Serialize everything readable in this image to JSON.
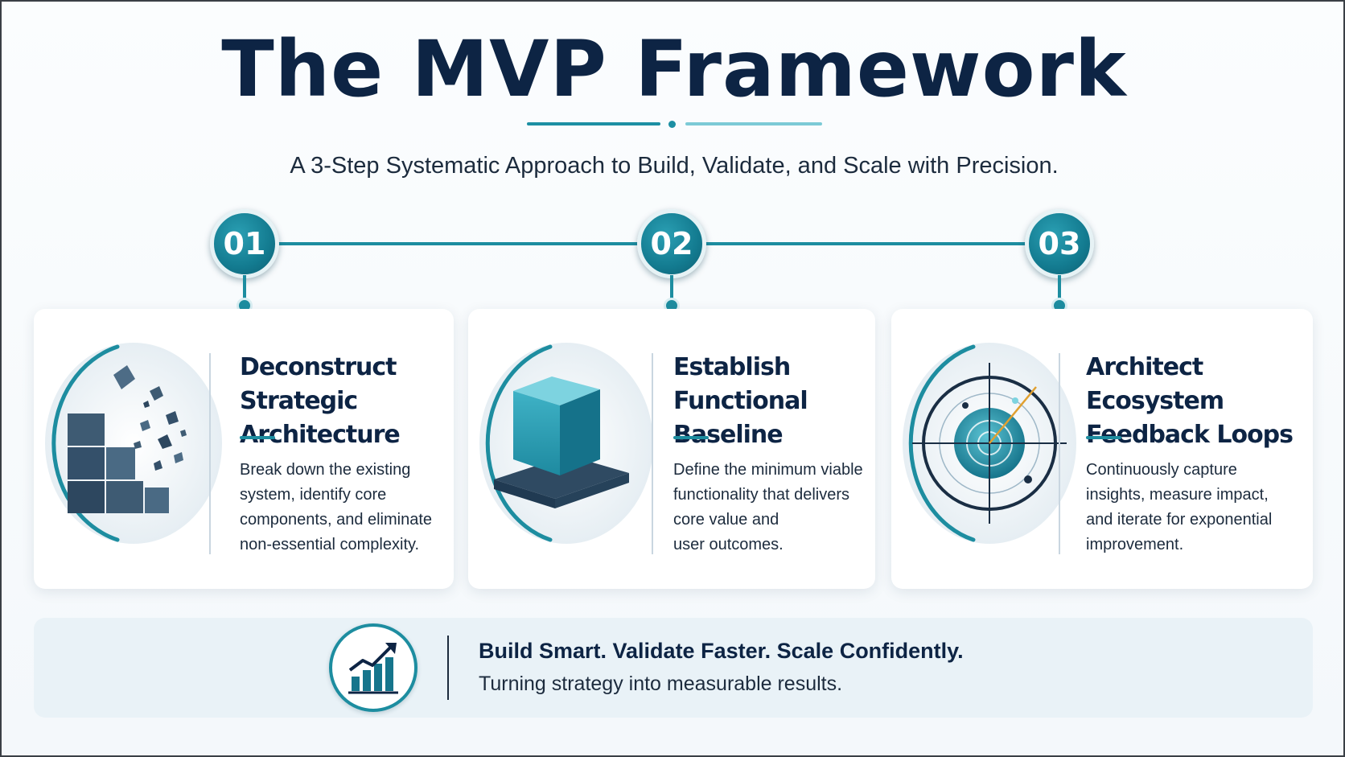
{
  "header": {
    "title": "The MVP Framework",
    "subtitle": "A 3-Step Systematic Approach to Build, Validate, and Scale with Precision."
  },
  "steps": [
    {
      "number": "01",
      "title_line1": "Deconstruct",
      "title_line2": "Strategic Architecture",
      "desc_lines": [
        "Break down the existing",
        "system, identify core",
        "components, and eliminate",
        "non-essential complexity."
      ],
      "icon": "fragmenting-blocks-icon"
    },
    {
      "number": "02",
      "title_line1": "Establish",
      "title_line2": "Functional Baseline",
      "desc_lines": [
        "Define the minimum viable",
        "functionality that delivers",
        "core value and",
        "user outcomes."
      ],
      "icon": "cube-on-base-icon"
    },
    {
      "number": "03",
      "title_line1": "Architect Ecosystem",
      "title_line2": "Feedback Loops",
      "desc_lines": [
        "Continuously capture",
        "insights, measure impact,",
        "and iterate for exponential",
        "improvement."
      ],
      "icon": "radar-target-icon"
    }
  ],
  "banner": {
    "headline": "Build Smart. Validate Faster. Scale Confidently.",
    "subline": "Turning strategy into measurable results.",
    "icon": "growth-chart-icon"
  },
  "colors": {
    "accent": "#1d8da0",
    "accent_light": "#7ccad6",
    "navy": "#0d2444",
    "banner_bg": "#e9f2f7"
  }
}
